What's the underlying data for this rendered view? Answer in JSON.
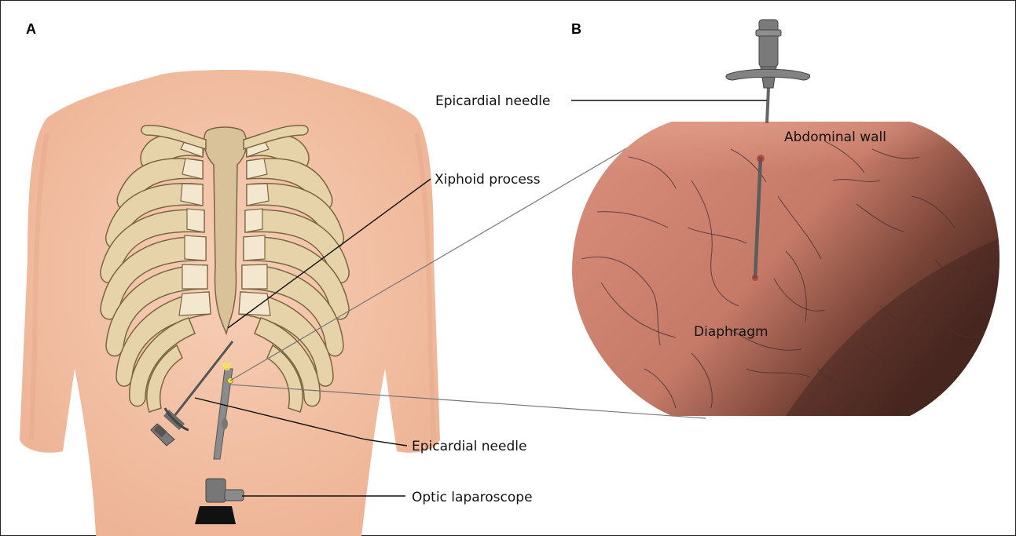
{
  "panels": {
    "a": {
      "letter": "A"
    },
    "b": {
      "letter": "B"
    }
  },
  "labels": {
    "xiphoid_process": "Xiphoid process",
    "epicardial_needle_a": "Epicardial needle",
    "optic_laparoscope": "Optic laparoscope",
    "epicardial_needle_b": "Epicardial needle",
    "abdominal_wall": "Abdominal wall",
    "diaphragm": "Diaphragm"
  },
  "colors": {
    "skin": "#f2c1a4",
    "bone": "#e6d3aa",
    "cartilage": "#f3e8cf",
    "tissue": "#c98471",
    "instrument": "#6b6b6b",
    "light_marker": "#f3e35a"
  }
}
